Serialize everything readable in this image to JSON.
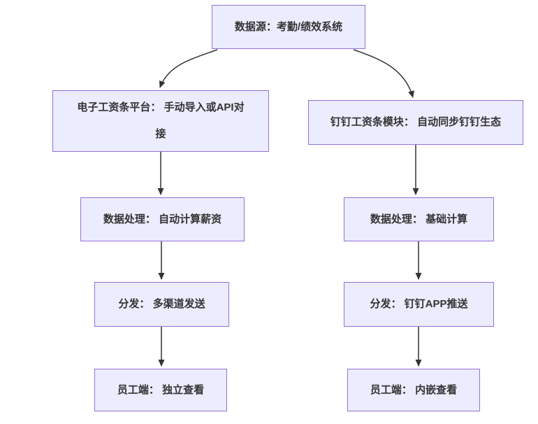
{
  "diagram": {
    "type": "flowchart",
    "direction": "top-down",
    "nodes": [
      {
        "id": "source",
        "label": "数据源：考勤/绩效系统"
      },
      {
        "id": "platform",
        "label": "电子工资条平台： 手动导入或API对接"
      },
      {
        "id": "dingtalk",
        "label": "钉钉工资条模块： 自动同步钉钉生态"
      },
      {
        "id": "process-left",
        "label": "数据处理： 自动计算薪资"
      },
      {
        "id": "process-right",
        "label": "数据处理： 基础计算"
      },
      {
        "id": "distribute-left",
        "label": "分发： 多渠道发送"
      },
      {
        "id": "distribute-right",
        "label": "分发： 钉钉APP推送"
      },
      {
        "id": "employee-left",
        "label": "员工端： 独立查看"
      },
      {
        "id": "employee-right",
        "label": "员工端： 内嵌查看"
      }
    ],
    "edges": [
      {
        "from": "source",
        "to": "platform"
      },
      {
        "from": "source",
        "to": "dingtalk"
      },
      {
        "from": "platform",
        "to": "process-left"
      },
      {
        "from": "dingtalk",
        "to": "process-right"
      },
      {
        "from": "process-left",
        "to": "distribute-left"
      },
      {
        "from": "process-right",
        "to": "distribute-right"
      },
      {
        "from": "distribute-left",
        "to": "employee-left"
      },
      {
        "from": "distribute-right",
        "to": "employee-right"
      }
    ],
    "colors": {
      "node_fill": "#ECECFF",
      "node_border": "#9370DB",
      "edge": "#333333",
      "text": "#333333",
      "background": "#FFFFFF"
    }
  }
}
